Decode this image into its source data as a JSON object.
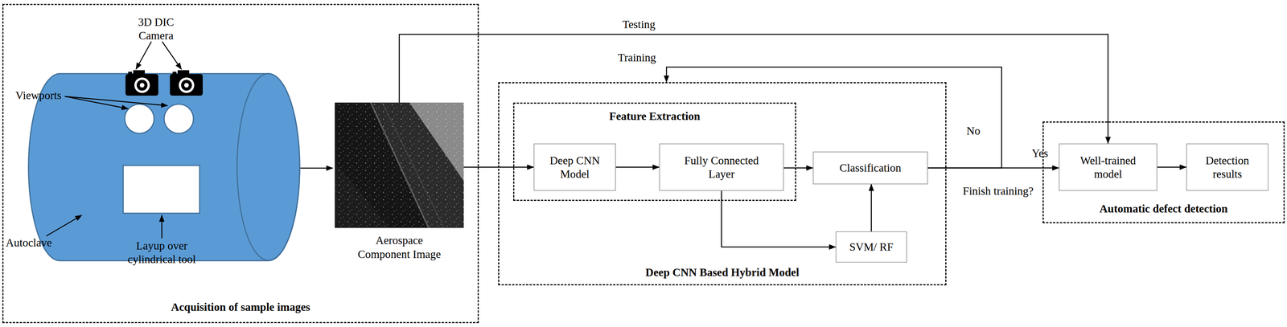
{
  "diagram": {
    "nodes": [
      {
        "text": [
          "Acquisition of sample images"
        ]
      },
      {
        "text": [
          "Aerospace Component Image"
        ],
        "in": 0
      },
      {
        "text": [
          "Deep CNN Based Hybrid Model"
        ]
      },
      {
        "text": [
          "Feature Extraction"
        ],
        "in": 2
      },
      {
        "text": [
          "Deep CNN Model"
        ],
        "in": 3
      },
      {
        "text": [
          "Fully Connected Layer"
        ],
        "in": 3
      },
      {
        "text": [
          "Classification"
        ],
        "in": 2
      },
      {
        "text": [
          "SVM/ RF"
        ],
        "in": 2
      },
      {
        "text": [
          "Automatic defect detection"
        ]
      },
      {
        "text": [
          "Well-trained model"
        ],
        "in": 8
      },
      {
        "text": [
          "Detection results"
        ],
        "in": 8
      }
    ],
    "edges": [
      {
        "from": 1,
        "to": 4,
        "arrow": "to"
      },
      {
        "from": 4,
        "to": 5,
        "arrow": "to"
      },
      {
        "from": 5,
        "to": 6,
        "arrow": "to"
      },
      {
        "from": 5,
        "to": 7,
        "arrow": "to"
      },
      {
        "from": 7,
        "to": 6,
        "arrow": "to"
      },
      {
        "from": 6,
        "to": 9,
        "label": "Yes",
        "arrow": "to"
      },
      {
        "from": 6,
        "to": 2,
        "label": "Training",
        "arrow": "to"
      },
      {
        "from": 1,
        "to": 9,
        "label": "Testing",
        "arrow": "to"
      },
      {
        "from": 9,
        "to": 10,
        "arrow": "to"
      }
    ],
    "labels": [
      "3D DIC Camera",
      "Viewports",
      "Autoclave",
      "Layup over cylindrical tool",
      "No",
      "Finish training?"
    ]
  }
}
